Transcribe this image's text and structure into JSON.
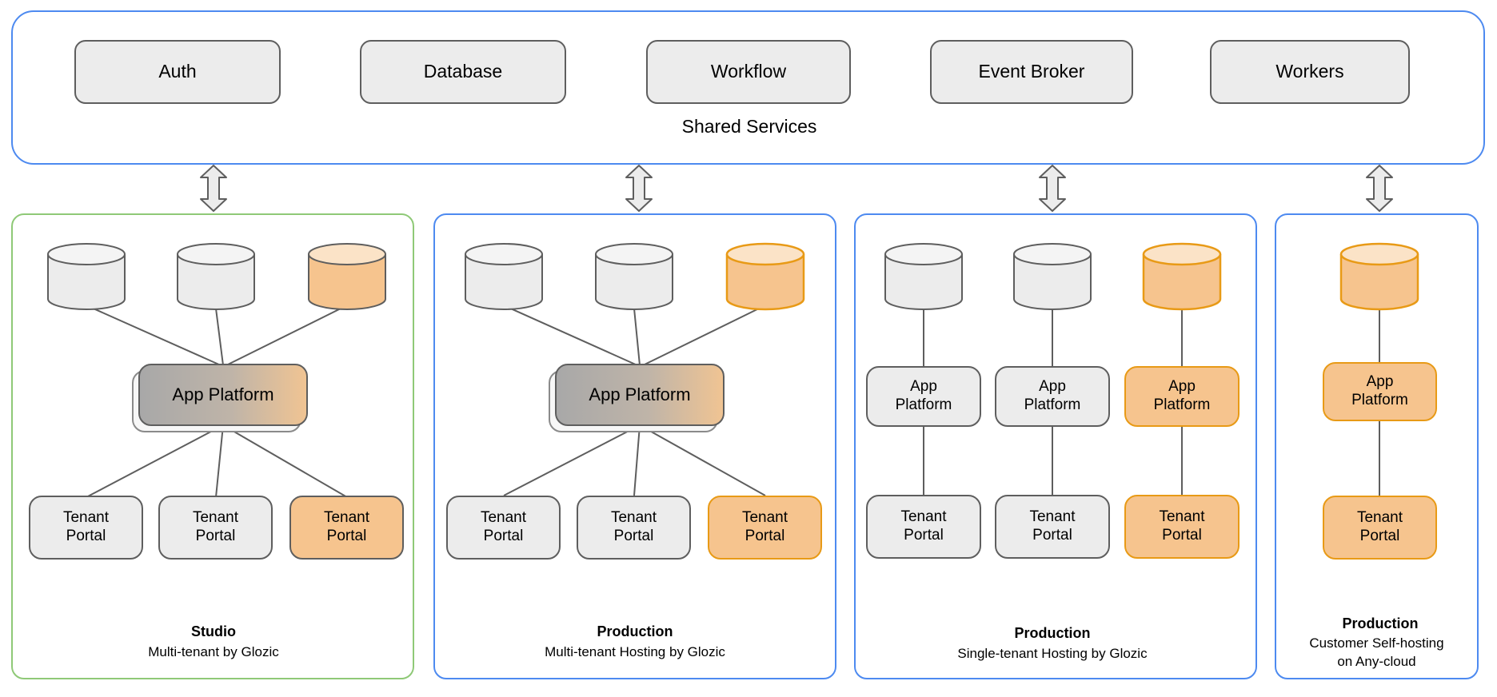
{
  "shared_services": {
    "label": "Shared Services",
    "services": [
      "Auth",
      "Database",
      "Workflow",
      "Event Broker",
      "Workers"
    ]
  },
  "node_labels": {
    "app_platform": "App Platform",
    "tenant_portal": "Tenant Portal"
  },
  "environments": [
    {
      "title": "Studio",
      "subtitle": "Multi-tenant by Glozic"
    },
    {
      "title": "Production",
      "subtitle": "Multi-tenant Hosting by Glozic"
    },
    {
      "title": "Production",
      "subtitle": "Single-tenant Hosting by Glozic"
    },
    {
      "title": "Production",
      "subtitle": "Customer Self-hosting on Any-cloud"
    }
  ],
  "colors": {
    "shared_border_blue": "#4d8af0",
    "studio_border_green": "#8fc977",
    "node_gray_fill": "#ececec",
    "node_orange_fill": "#f6c48e",
    "orange_stroke": "#e89a16",
    "dark_stroke": "#5e5e5e",
    "app_gradient_left_gray": "#a8a8a8",
    "app_gradient_right_orange": "#f0c493"
  }
}
